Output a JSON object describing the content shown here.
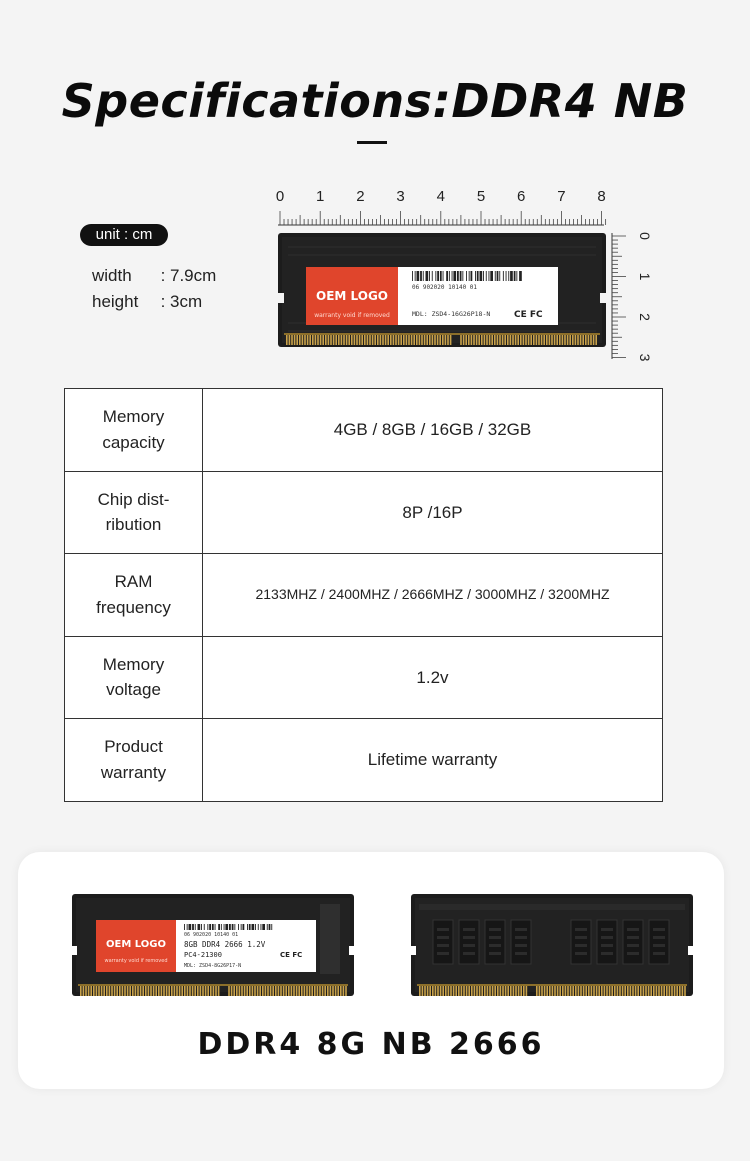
{
  "header": {
    "title": "Specifications:DDR4 NB"
  },
  "dimensions": {
    "unit_label": "unit : cm",
    "width_label": "width",
    "width_value": "7.9cm",
    "height_label": "height",
    "height_value": "3cm",
    "separator": ":",
    "ruler_h_numbers": [
      "0",
      "1",
      "2",
      "3",
      "4",
      "5",
      "6",
      "7",
      "8"
    ],
    "ruler_v_numbers": [
      "0",
      "1",
      "2",
      "3"
    ]
  },
  "module_label": {
    "logo": "OEM LOGO",
    "warranty": "warranty void if removed",
    "barcode_number": "06 902020 10140 01",
    "mdl": "MDL: ZSD4-16G26P18-N",
    "marks": "CE FC"
  },
  "spec_table": [
    {
      "key_line1": "Memory",
      "key_line2": "capacity",
      "value": "4GB / 8GB / 16GB / 32GB"
    },
    {
      "key_line1": "Chip dist-",
      "key_line2": "ribution",
      "value": "8P /16P"
    },
    {
      "key_line1": "RAM",
      "key_line2": "frequency",
      "value": "2133MHZ / 2400MHZ / 2666MHZ / 3000MHZ / 3200MHZ"
    },
    {
      "key_line1": "Memory",
      "key_line2": "voltage",
      "value": "1.2v"
    },
    {
      "key_line1": "Product",
      "key_line2": "warranty",
      "value": "Lifetime warranty"
    }
  ],
  "bottom": {
    "front_label": {
      "logo": "OEM LOGO",
      "warranty": "warranty void if removed",
      "barcode_number": "06 902020 10140 01",
      "line1": "8GB DDR4 2666 1.2V",
      "line2": "PC4-21300",
      "mdl": "MDL: ZSD4-8G26P17-N",
      "marks": "CE FC"
    },
    "model_title": "DDR4 8G NB 2666"
  },
  "colors": {
    "pcb": "#1c1c1c",
    "label_red": "#e0452c",
    "gold": "#c9a24a",
    "card_bg": "#ffffff",
    "page_bg": "#f4f4f4"
  }
}
